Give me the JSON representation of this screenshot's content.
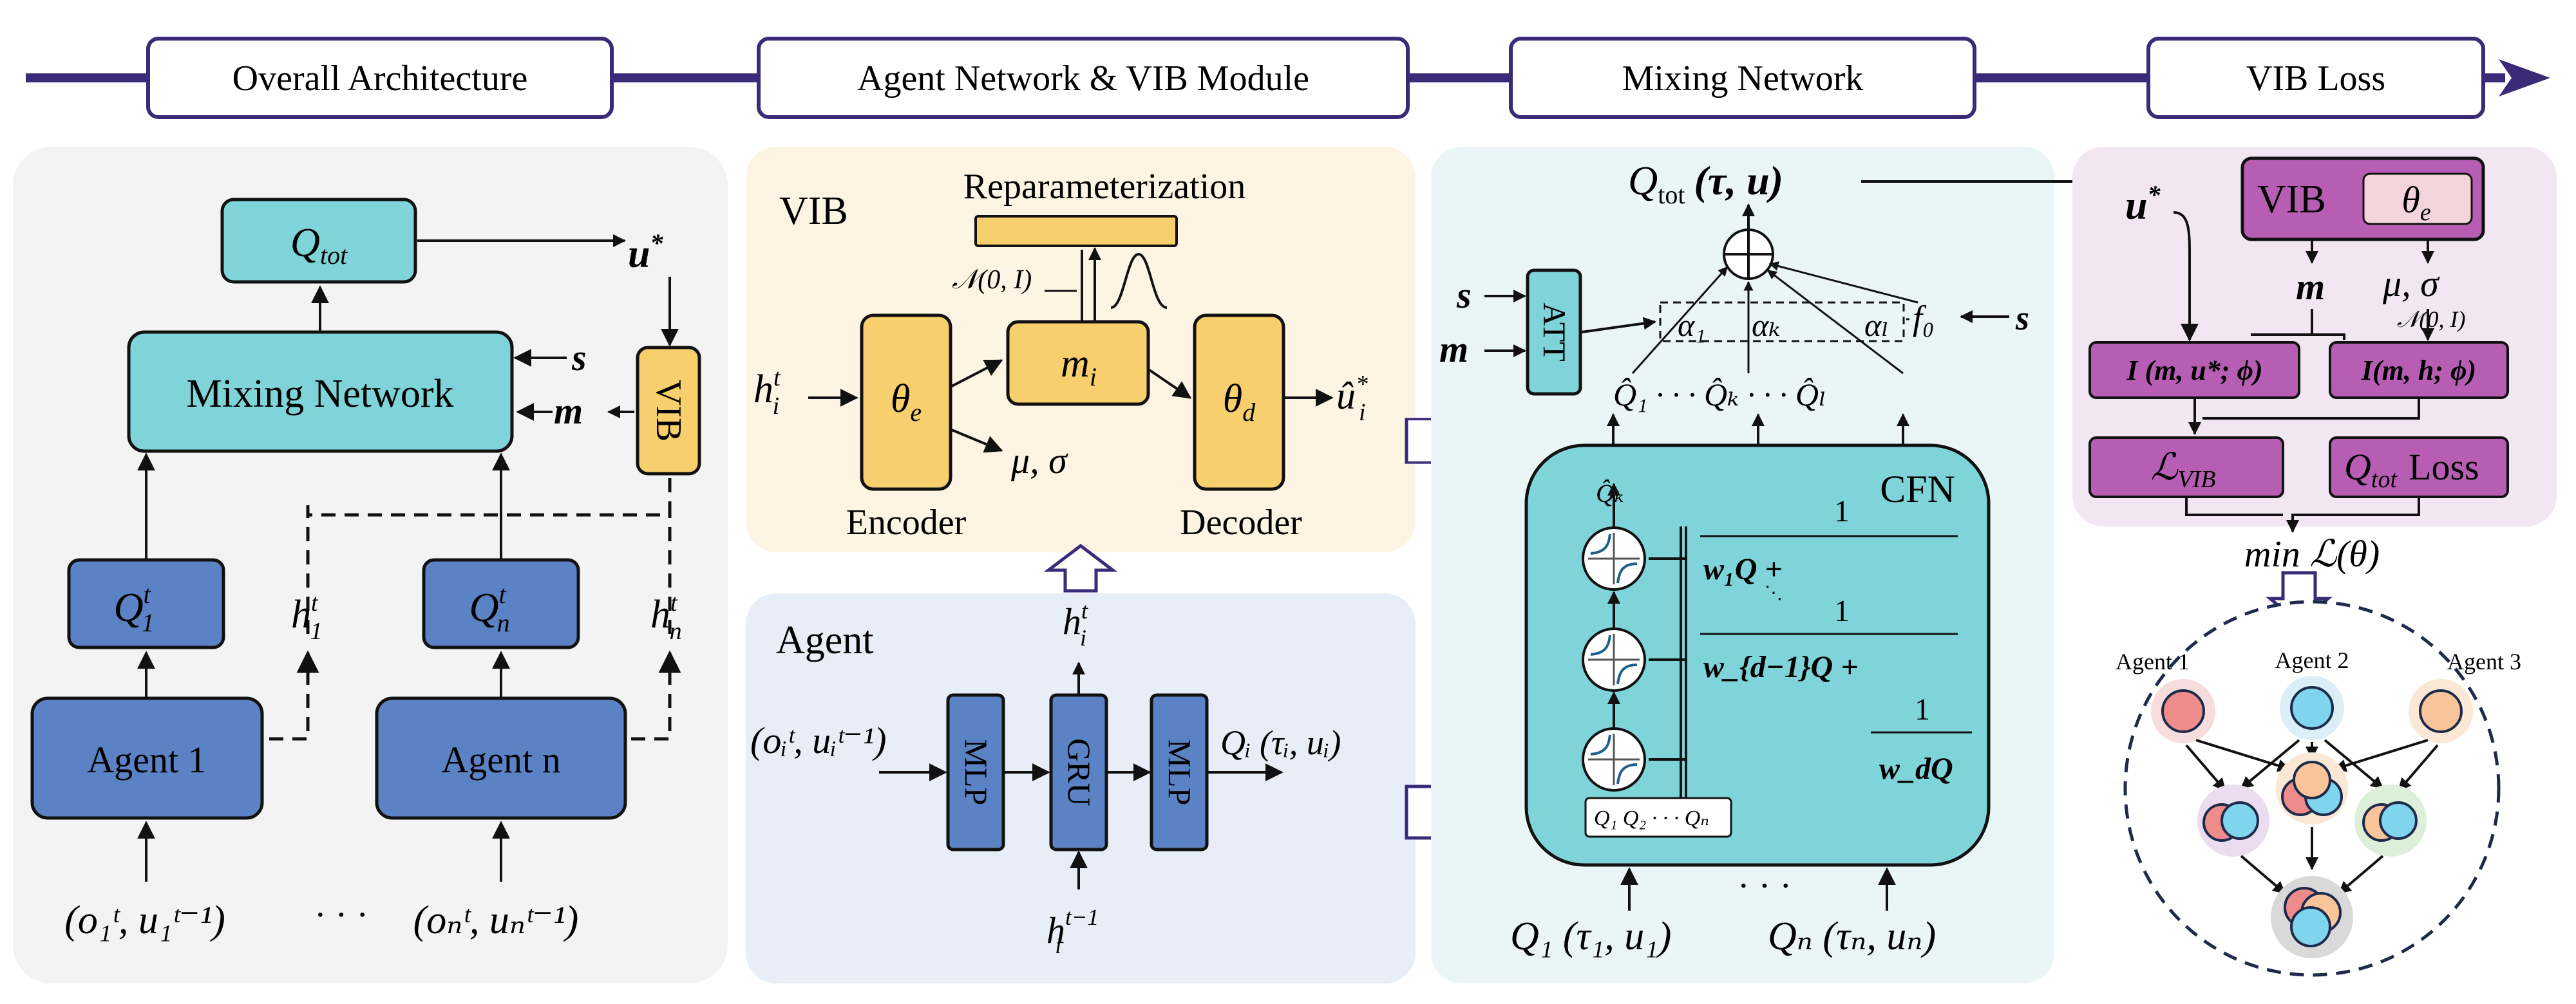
{
  "header": {
    "stages": [
      "Overall Architecture",
      "Agent Network & VIB Module",
      "Mixing Network",
      "VIB Loss"
    ]
  },
  "overall": {
    "q_tot": "Q",
    "q_tot_sub": "tot",
    "u_star": "u",
    "u_star_sup": "*",
    "mixing_network": "Mixing Network",
    "s": "s",
    "m": "m",
    "vib": "VIB",
    "q1": "Q",
    "q1_sup": "t",
    "q1_sub": "1",
    "qn": "Q",
    "qn_sup": "t",
    "qn_sub": "n",
    "h1": "h",
    "h1_sup": "t",
    "h1_sub": "1",
    "hn": "h",
    "hn_sup": "t",
    "hn_sub": "n",
    "agent1": "Agent 1",
    "agentn": "Agent n",
    "input1": "(o₁ᵗ, u₁ᵗ⁻¹)",
    "dots": "· · ·",
    "inputn": "(oₙᵗ, uₙᵗ⁻¹)"
  },
  "vib_module": {
    "title": "VIB",
    "reparam": "Reparameterization",
    "normal": "𝒩(0, I)",
    "h_in": "h",
    "h_in_sup": "t",
    "h_in_sub": "i",
    "theta_e": "θ",
    "theta_e_sub": "e",
    "m_i": "m",
    "m_i_sub": "i",
    "theta_d": "θ",
    "theta_d_sub": "d",
    "u_hat": "û",
    "u_hat_sup": "*",
    "u_hat_sub": "i",
    "mu_sigma": "μ, σ",
    "encoder": "Encoder",
    "decoder": "Decoder"
  },
  "agent_module": {
    "title": "Agent",
    "input": "(oᵢᵗ, uᵢᵗ⁻¹)",
    "mlp1": "MLP",
    "gru": "GRU",
    "mlp2": "MLP",
    "h_out": "h",
    "h_out_sup": "t",
    "h_out_sub": "i",
    "h_prev": "h",
    "h_prev_sup": "t−1",
    "h_prev_sub": "i",
    "q_out": "Qᵢ (τᵢ, uᵢ)"
  },
  "mixing": {
    "q_tot": "Q",
    "q_tot_sub": "tot",
    "q_tot_args": "(τ, u)",
    "s": "s",
    "m": "m",
    "att": "ATT",
    "alpha1": "α₁",
    "alphak": "αₖ",
    "alphal": "αₗ",
    "f0": "f₀",
    "f0_s": "s",
    "qhat_row": "Q̂₁ · · · Q̂ₖ · · · Q̂ₗ",
    "cfn": "CFN",
    "qhat_k": "Q̂ₖ",
    "frac_num": "1",
    "w1": "w₁Q +",
    "wd1": "w_{d−1}Q +",
    "wd": "w_dQ",
    "q_list": "Q₁   Q₂ · · · Qₙ",
    "dots": "· · ·",
    "q1_in": "Q₁ (τ₁, u₁)",
    "qn_in": "Qₙ (τₙ, uₙ)"
  },
  "vib_loss": {
    "u_star": "u",
    "u_star_sup": "*",
    "vib": "VIB",
    "theta": "θ",
    "theta_sub": "e",
    "m": "m",
    "mu_sigma": "μ, σ",
    "normal": "𝒩(0, I)",
    "i1": "I (m, u*; ϕ)",
    "i2": "I(m, h; ϕ)",
    "l_vib": "ℒ",
    "l_vib_sub": "VIB",
    "q_tot_loss": "Q",
    "q_tot_loss_sub": "tot",
    "q_tot_loss_word": "Loss",
    "min_label": "min ℒ(θ)",
    "agent1": "Agent 1",
    "agent2": "Agent 2",
    "agent3": "Agent 3"
  },
  "colors": {
    "arrow": "#3a2a78",
    "panel_gray": "#f3f3f4",
    "panel_orange": "#fdf4e4",
    "panel_blue": "#e8eef7",
    "panel_teal": "#eaf6f5",
    "panel_purple": "#f1e6f2",
    "teal": "#7fd4d9",
    "blue": "#5b82c4",
    "yellow": "#f7cf6c",
    "purple": "#b75eb4"
  }
}
